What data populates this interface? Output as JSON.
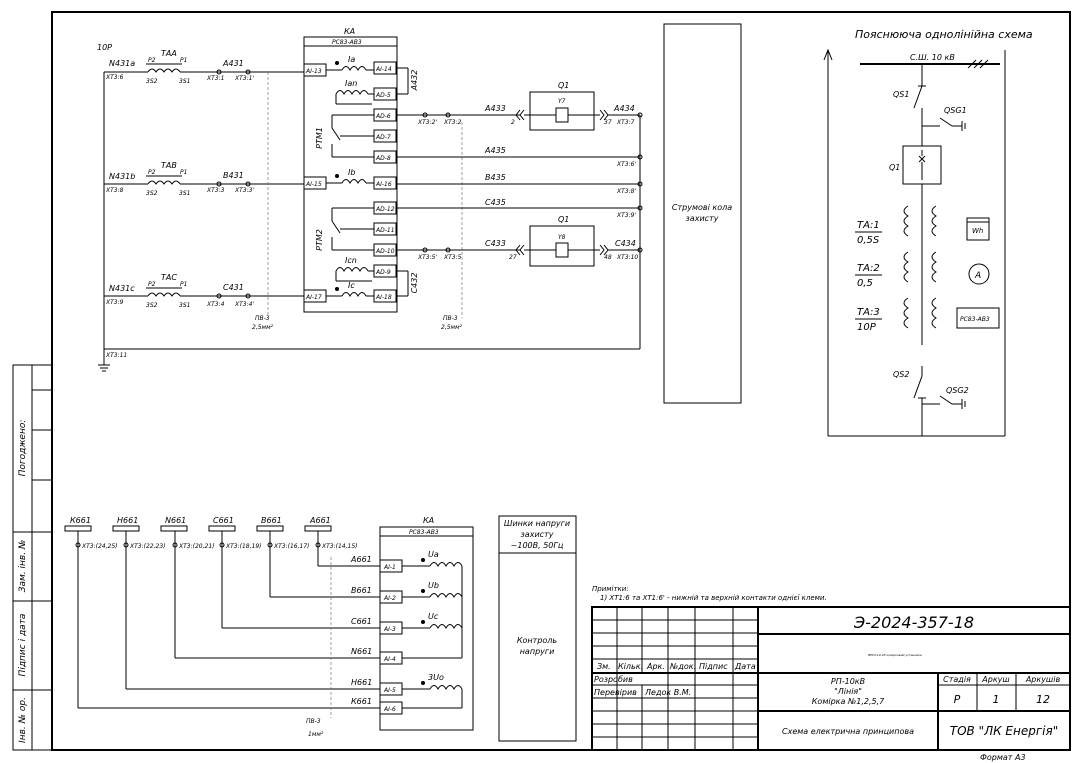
{
  "current_circuit": {
    "protection_class": "10Р",
    "relay_title": "КА",
    "relay_model": "РС83-АВ3",
    "phases": [
      {
        "bus": "N431a",
        "ct": "ТАА",
        "p2": "Р2",
        "p1": "Р1",
        "s2": "3S2",
        "s1": "3S1",
        "term_start": "XT3:6",
        "term1": "XT3:1",
        "wire": "А431",
        "term2": "XT3:1'",
        "in_label": "AI-13",
        "out_label": "AI-14",
        "current": "Ia"
      },
      {
        "bus": "N431b",
        "ct": "ТАВ",
        "p2": "Р2",
        "p1": "Р1",
        "s2": "3S2",
        "s1": "3S1",
        "term_start": "XT3:8",
        "term1": "XT3:3",
        "wire": "В431",
        "term2": "XT3:3'",
        "in_label": "AI-15",
        "out_label": "AI-16",
        "current": "Ib"
      },
      {
        "bus": "N431c",
        "ct": "ТАС",
        "p2": "Р2",
        "p1": "Р1",
        "s2": "3S2",
        "s1": "3S1",
        "term_start": "XT3:9",
        "term1": "XT3:4",
        "wire": "С431",
        "term2": "XT3:4'",
        "in_label": "AI-17",
        "out_label": "AI-18",
        "current": "Ic"
      }
    ],
    "ad_labels": [
      "AD-5",
      "AD-6",
      "AD-7",
      "AD-8",
      "AD-12",
      "AD-11",
      "AD-10",
      "AD-9"
    ],
    "ian": "Ian",
    "icn": "Icn",
    "rtm1": "РТМ1",
    "rtm2": "РТМ2",
    "wire_a432": "А432",
    "wire_c432": "С432",
    "a433": "А433",
    "a434": "А434",
    "a435": "А435",
    "b435": "В435",
    "c435": "С435",
    "c433": "С433",
    "c434": "С434",
    "t_a1": "XT3:2'",
    "t_a2": "XT3:2",
    "t_a3": "XT3:7",
    "t_a5": "XT3:6'",
    "t_b5": "XT3:8'",
    "t_c5": "XT3:9'",
    "t_c1": "XT3:5'",
    "t_c2": "XT3:5",
    "t_c3": "XT3:10",
    "q1_top": "Q1",
    "q1_bot": "Q1",
    "y7": "Y7",
    "y8": "Y8",
    "n_2": "2",
    "n_37": "37",
    "n_27": "27",
    "n_48": "48",
    "pv1": "ПВ-3",
    "pv1_size": "2,5мм²",
    "pv2": "ПВ-3",
    "pv2_size": "2,5мм²",
    "ground_term": "XT3:11",
    "current_box_label_1": "Струмові кола",
    "current_box_label_2": "захисту"
  },
  "single_line": {
    "title": "Пояснююча однолінійна схема",
    "bus": "С.Ш. 10 кВ",
    "qs1": "QS1",
    "qsg1": "QSG1",
    "q1": "Q1",
    "ta1": "ТА:1",
    "ta1_cls": "0,5S",
    "ta2": "ТА:2",
    "ta2_cls": "0,5",
    "ta3": "ТА:3",
    "ta3_cls": "10Р",
    "wh": "Wh",
    "ammeter": "A",
    "relay": "РС83-АВ3",
    "qs2": "QS2",
    "qsg2": "QSG2"
  },
  "voltage_circuit": {
    "relay_title": "КА",
    "relay_model": "РС83-АВ3",
    "buses": [
      {
        "name": "К661",
        "term": "XT3:(24,25)"
      },
      {
        "name": "Н661",
        "term": "XT3:(22,23)"
      },
      {
        "name": "N661",
        "term": "XT3:(20,21)"
      },
      {
        "name": "С661",
        "term": "XT3:(18,19)"
      },
      {
        "name": "В661",
        "term": "XT3:(16,17)"
      },
      {
        "name": "А661",
        "term": "XT3:(14,15)"
      }
    ],
    "rows": [
      {
        "wire": "А661",
        "ai": "AI-1",
        "coil": "Ua"
      },
      {
        "wire": "В661",
        "ai": "AI-2",
        "coil": "Ub"
      },
      {
        "wire": "С661",
        "ai": "AI-3",
        "coil": "Uc"
      },
      {
        "wire": "N661",
        "ai": "AI-4",
        "coil": ""
      },
      {
        "wire": "Н661",
        "ai": "AI-5",
        "coil": "3Uo"
      },
      {
        "wire": "К661",
        "ai": "AI-6",
        "coil": ""
      }
    ],
    "pv": "ПВ-3",
    "pv_size": "1мм²",
    "bus_box_1": "Шинки напруги",
    "bus_box_2": "захисту",
    "bus_box_3": "~100В, 50Гц",
    "control_1": "Контроль",
    "control_2": "напруги"
  },
  "notes": {
    "title": "Примітки:",
    "line1": "1) XT1:6 та XT1:6' - нижній та верхній контакти однієї клеми."
  },
  "left_strip": {
    "agreed": "Погоджено:",
    "inv_replace": "Зам. інв. №",
    "sign_date": "Підпис і дата",
    "inv_orig": "Інв. № ор."
  },
  "title_block": {
    "doc_code": "Э-2024-357-18",
    "tiny_text": "ВРУ4-10 кВ комірковий установки",
    "cols": [
      "Зм.",
      "Кільк.",
      "Арк.",
      "№док.",
      "Підпис",
      "Дата"
    ],
    "developed": "Розробив",
    "checked": "Перевірив",
    "checker_name": "Ледок В.М.",
    "project_1": "РП-10кВ",
    "project_2": "\"Лінія\"",
    "project_3": "Комірка №1,2,5,7",
    "stage_h": "Стадія",
    "sheet_h": "Аркуш",
    "sheets_h": "Аркушів",
    "stage": "Р",
    "sheet": "1",
    "sheets": "12",
    "doc_title": "Схема електрична принципова",
    "company": "ТОВ \"ЛК Енергія\"",
    "format": "Формат А3"
  }
}
